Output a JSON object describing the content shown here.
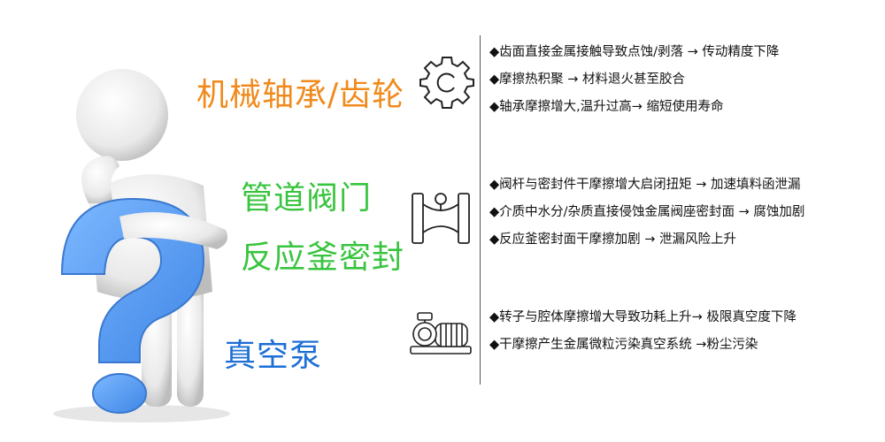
{
  "colors": {
    "mechanical": "#F08A1C",
    "valve": "#39C43F",
    "pump": "#1D6FD6",
    "question_mark": "#4F9BF2"
  },
  "icons": {
    "figure": "thinking-figure-with-question-mark",
    "mechanical": "gear-icon",
    "valve": "pipe-valve-icon",
    "pump": "vacuum-pump-icon"
  },
  "categories": {
    "mechanical": {
      "title": "机械轴承/齿轮"
    },
    "valve": {
      "title_line1": "管道阀门",
      "title_line2": "反应釜密封"
    },
    "pump": {
      "title": "真空泵"
    }
  },
  "bullets": {
    "mechanical": [
      "◆齿面直接金属接触导致点蚀/剥落 → 传动精度下降",
      "◆摩擦热积聚 → 材料退火甚至胶合",
      "◆轴承摩擦增大,温升过高→ 缩短使用寿命"
    ],
    "valve": [
      "◆阀杆与密封件干摩擦增大启闭扭矩 → 加速填料函泄漏",
      "◆介质中水分/杂质直接侵蚀金属阀座密封面 → 腐蚀加剧",
      "◆反应釜密封面干摩擦加剧 → 泄漏风险上升"
    ],
    "pump": [
      "◆转子与腔体摩擦增大导致功耗上升→ 极限真空度下降",
      "◆干摩擦产生金属微粒污染真空系统 →粉尘污染"
    ]
  }
}
